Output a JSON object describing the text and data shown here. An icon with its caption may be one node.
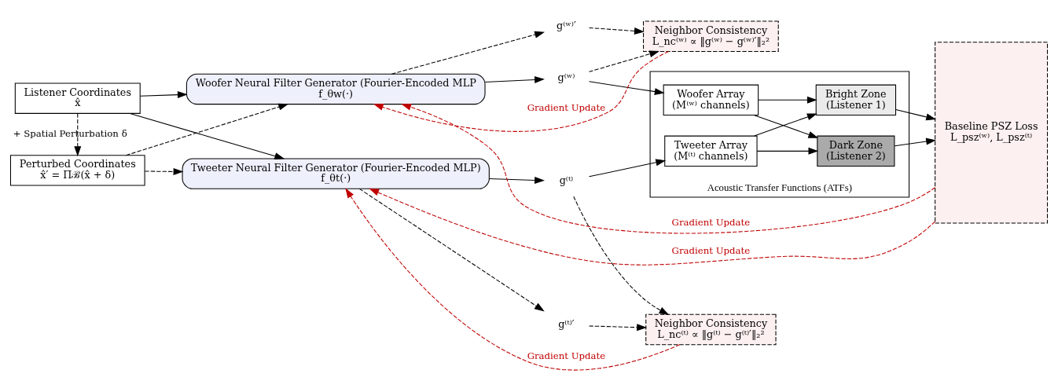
{
  "diagram": {
    "nodes": [
      {
        "text": [
          "Listener Coordinates",
          "x̂"
        ]
      },
      {
        "text": [
          "Perturbed Coordinates",
          "x̂′ = Πℬ(x̂ + δ)"
        ]
      },
      {
        "text": [
          "Woofer Neural Filter Generator (Fourier-Encoded MLP",
          "f_θw(·)"
        ]
      },
      {
        "text": [
          "Tweeter Neural Filter Generator (Fourier-Encoded MLP)",
          "f_θt(·)"
        ]
      },
      {
        "text": [
          "g⁽ʷ⁾"
        ]
      },
      {
        "text": [
          "g⁽ʷ⁾′"
        ]
      },
      {
        "text": [
          "g⁽ᵗ⁾"
        ]
      },
      {
        "text": [
          "g⁽ᵗ⁾′"
        ]
      },
      {
        "text": [
          "Neighbor Consistency",
          "L_nc⁽ʷ⁾ ∝ ‖g⁽ʷ⁾ − g⁽ʷ⁾′‖₂²"
        ]
      },
      {
        "text": [
          "Neighbor Consistency",
          "L_nc⁽ᵗ⁾ ∝ ‖g⁽ᵗ⁾ − g⁽ᵗ⁾′‖₂²"
        ]
      },
      {
        "text": [
          "Acoustic Transfer Functions (ATFs)"
        ]
      },
      {
        "text": [
          "Woofer Array",
          "(M⁽ʷ⁾ channels)"
        ],
        "in": 10
      },
      {
        "text": [
          "Tweeter Array",
          "(M⁽ᵗ⁾ channels)"
        ],
        "in": 10
      },
      {
        "text": [
          "Bright Zone",
          "(Listener 1)"
        ],
        "in": 10
      },
      {
        "text": [
          "Dark Zone",
          "(Listener 2)"
        ],
        "in": 10
      },
      {
        "text": [
          "Baseline PSZ Loss",
          "L_psz⁽ʷ⁾, L_psz⁽ᵗ⁾"
        ]
      }
    ],
    "edges": [
      {
        "from": 0,
        "to": 2,
        "arrow": "to"
      },
      {
        "from": 0,
        "to": 3,
        "arrow": "to"
      },
      {
        "from": 0,
        "to": 1,
        "arrow": "to",
        "style": "dashed",
        "label": "+ Spatial Perturbation δ"
      },
      {
        "from": 1,
        "to": 2,
        "arrow": "to",
        "style": "dashed"
      },
      {
        "from": 1,
        "to": 3,
        "arrow": "to",
        "style": "dashed"
      },
      {
        "from": 2,
        "to": 4,
        "arrow": "to"
      },
      {
        "from": 2,
        "to": 5,
        "arrow": "to",
        "style": "dashed"
      },
      {
        "from": 3,
        "to": 6,
        "arrow": "to"
      },
      {
        "from": 3,
        "to": 7,
        "arrow": "to",
        "style": "dashed"
      },
      {
        "from": 4,
        "to": 11,
        "arrow": "to"
      },
      {
        "from": 4,
        "to": 8,
        "arrow": "to",
        "style": "dashed"
      },
      {
        "from": 5,
        "to": 8,
        "arrow": "to",
        "style": "dashed"
      },
      {
        "from": 6,
        "to": 12,
        "arrow": "to"
      },
      {
        "from": 6,
        "to": 9,
        "arrow": "to",
        "style": "dashed"
      },
      {
        "from": 7,
        "to": 9,
        "arrow": "to",
        "style": "dashed"
      },
      {
        "from": 11,
        "to": 13,
        "arrow": "to"
      },
      {
        "from": 11,
        "to": 14,
        "arrow": "to"
      },
      {
        "from": 12,
        "to": 13,
        "arrow": "to"
      },
      {
        "from": 12,
        "to": 14,
        "arrow": "to"
      },
      {
        "from": 13,
        "to": 15,
        "arrow": "to"
      },
      {
        "from": 14,
        "to": 15,
        "arrow": "to"
      },
      {
        "from": 8,
        "to": 2,
        "arrow": "to",
        "style": "dashed",
        "color": "#c00000",
        "label": "Gradient Update"
      },
      {
        "from": 9,
        "to": 3,
        "arrow": "to",
        "style": "dashed",
        "color": "#c00000",
        "label": "Gradient Update"
      },
      {
        "from": 15,
        "to": 2,
        "arrow": "to",
        "style": "dashed",
        "color": "#c00000",
        "label": "Gradient Update"
      },
      {
        "from": 15,
        "to": 3,
        "arrow": "to",
        "style": "dashed",
        "color": "#c00000",
        "label": "Gradient Update"
      }
    ]
  }
}
